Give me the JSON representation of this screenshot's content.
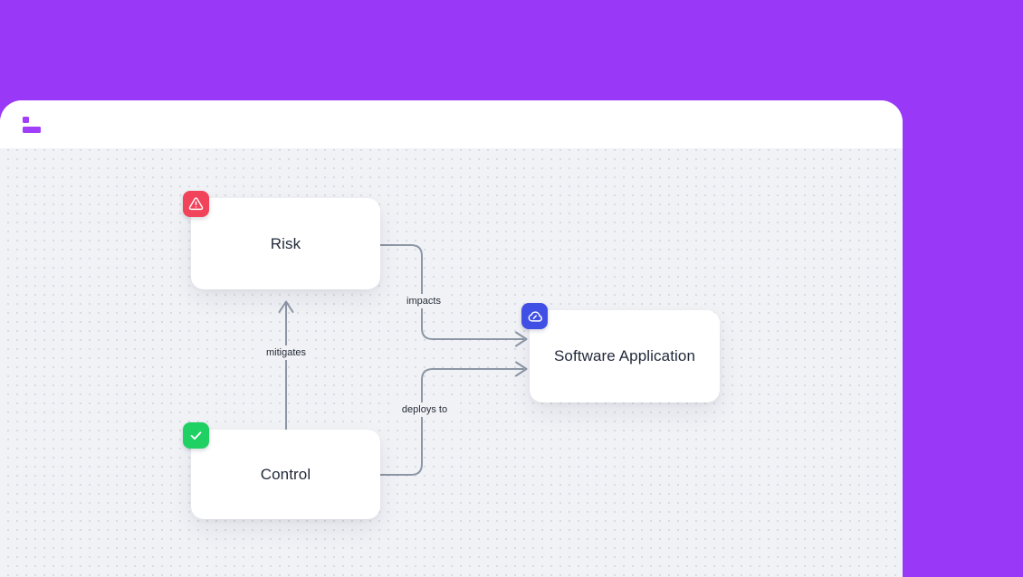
{
  "theme": {
    "background_purple": "#9938F7",
    "canvas_gray": "#F1F2F6",
    "edge_gray": "#8C96A5",
    "logo_purple": "#A13EF9"
  },
  "diagram": {
    "nodes": [
      {
        "id": "risk",
        "label": "Risk",
        "icon": "alert-triangle-icon",
        "badge_color": "#F1435A"
      },
      {
        "id": "software_application",
        "label": "Software Application",
        "icon": "cloud-icon",
        "badge_color": "#4150E4"
      },
      {
        "id": "control",
        "label": "Control",
        "icon": "check-icon",
        "badge_color": "#1FD163"
      }
    ],
    "edges": [
      {
        "label": "mitigates",
        "from": "control",
        "to": "risk"
      },
      {
        "label": "impacts",
        "from": "risk",
        "to": "software_application"
      },
      {
        "label": "deploys to",
        "from": "control",
        "to": "software_application"
      }
    ]
  }
}
